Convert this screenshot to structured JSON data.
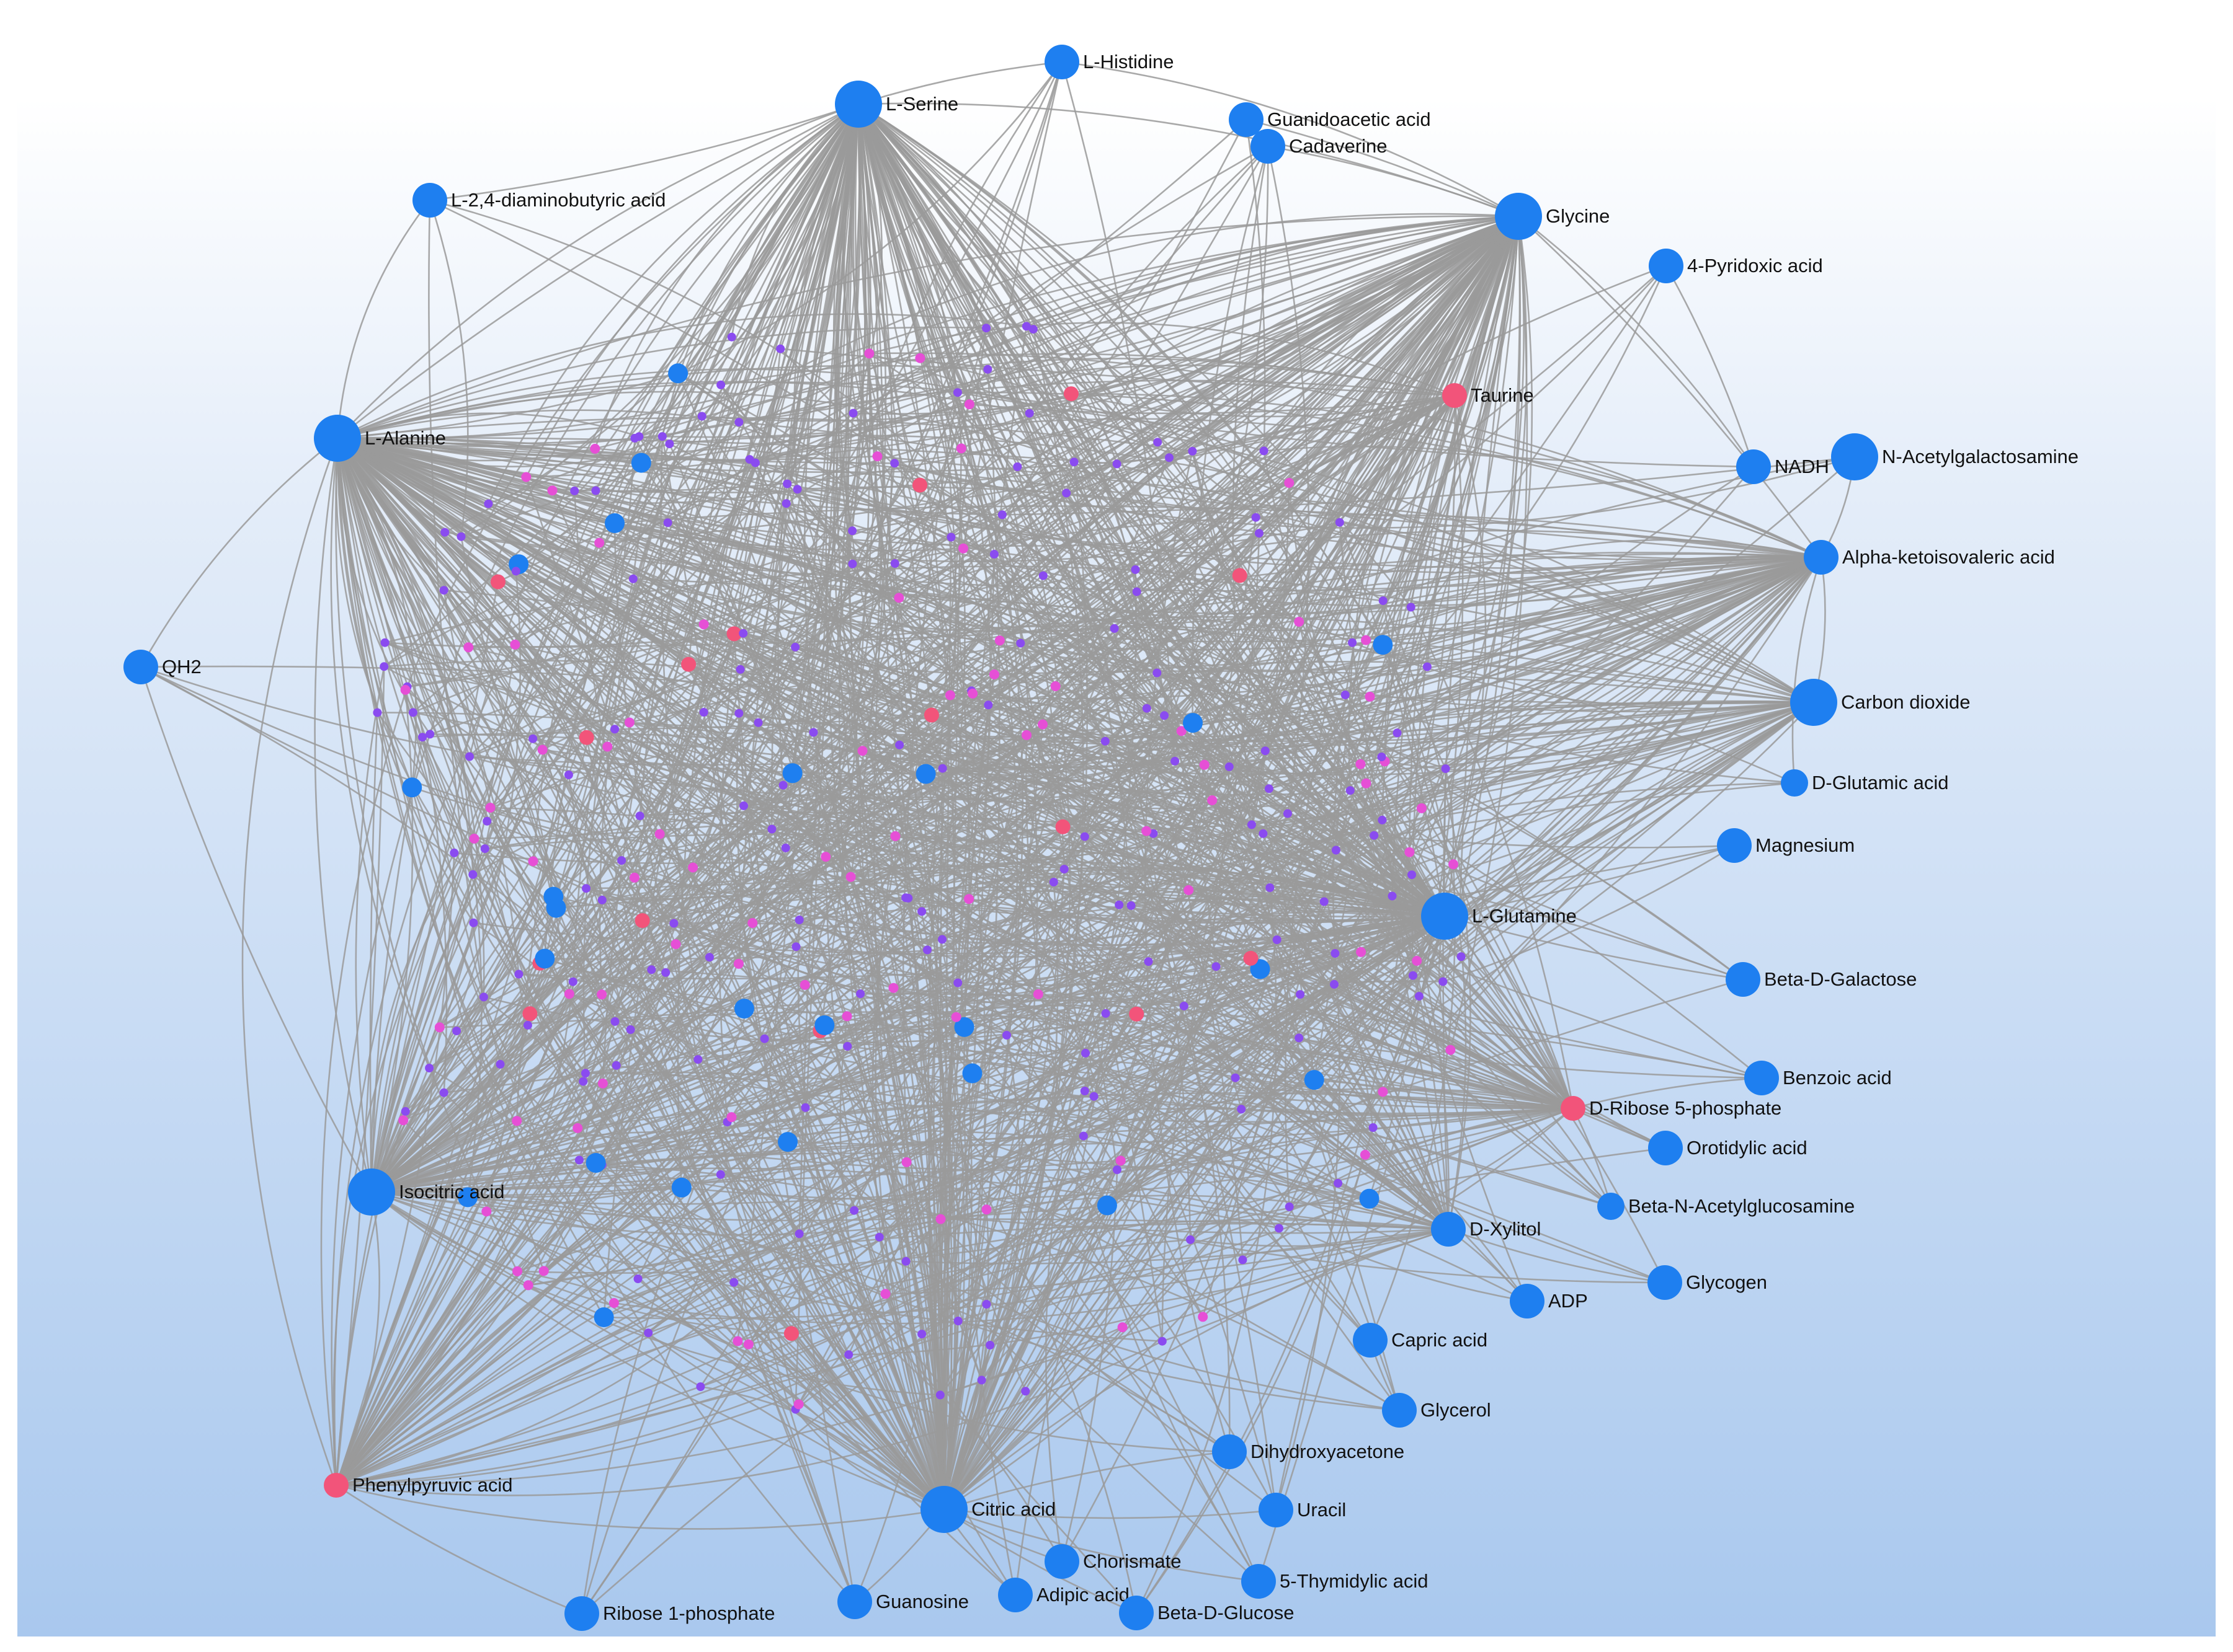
{
  "colors": {
    "metabolite": "#1e7ff0",
    "highlight": "#f2547a",
    "small_purple": "#8a4bf0",
    "small_pink": "#e64fd6",
    "edge": "#9a9a9a",
    "background_top": "#ffffff",
    "background_bottom": "#a9c8ee"
  },
  "nodes": [
    {
      "id": "histidine",
      "label": "L-Histidine",
      "kind": "metabolite"
    },
    {
      "id": "serine",
      "label": "L-Serine",
      "kind": "hub"
    },
    {
      "id": "guanidoacetic",
      "label": "Guanidoacetic acid",
      "kind": "metabolite"
    },
    {
      "id": "cadaverine",
      "label": "Cadaverine",
      "kind": "metabolite"
    },
    {
      "id": "diaminobutyric",
      "label": "L-2,4-diaminobutyric acid",
      "kind": "metabolite"
    },
    {
      "id": "glycine",
      "label": "Glycine",
      "kind": "hub"
    },
    {
      "id": "pyridoxic",
      "label": "4-Pyridoxic acid",
      "kind": "metabolite"
    },
    {
      "id": "taurine",
      "label": "Taurine",
      "kind": "highlight"
    },
    {
      "id": "alanine",
      "label": "L-Alanine",
      "kind": "hub"
    },
    {
      "id": "nadh",
      "label": "NADH",
      "kind": "metabolite"
    },
    {
      "id": "acetylgalactosamine",
      "label": "N-Acetylgalactosamine",
      "kind": "metabolite-large"
    },
    {
      "id": "ketoisovaleric",
      "label": "Alpha-ketoisovaleric acid",
      "kind": "metabolite"
    },
    {
      "id": "qh2",
      "label": "QH2",
      "kind": "metabolite"
    },
    {
      "id": "co2",
      "label": "Carbon dioxide",
      "kind": "metabolite-large"
    },
    {
      "id": "dglutamic",
      "label": "D-Glutamic acid",
      "kind": "metabolite-small"
    },
    {
      "id": "magnesium",
      "label": "Magnesium",
      "kind": "metabolite"
    },
    {
      "id": "glutamine",
      "label": "L-Glutamine",
      "kind": "hub"
    },
    {
      "id": "galactose",
      "label": "Beta-D-Galactose",
      "kind": "metabolite"
    },
    {
      "id": "benzoic",
      "label": "Benzoic acid",
      "kind": "metabolite"
    },
    {
      "id": "ribose5p",
      "label": "D-Ribose 5-phosphate",
      "kind": "highlight"
    },
    {
      "id": "orotidylic",
      "label": "Orotidylic acid",
      "kind": "metabolite"
    },
    {
      "id": "isocitric",
      "label": "Isocitric acid",
      "kind": "hub"
    },
    {
      "id": "acetylglucosamine",
      "label": "Beta-N-Acetylglucosamine",
      "kind": "metabolite-small"
    },
    {
      "id": "xylitol",
      "label": "D-Xylitol",
      "kind": "metabolite"
    },
    {
      "id": "glycogen",
      "label": "Glycogen",
      "kind": "metabolite"
    },
    {
      "id": "adp",
      "label": "ADP",
      "kind": "metabolite"
    },
    {
      "id": "capric",
      "label": "Capric acid",
      "kind": "metabolite"
    },
    {
      "id": "glycerol",
      "label": "Glycerol",
      "kind": "metabolite"
    },
    {
      "id": "phenylpyruvic",
      "label": "Phenylpyruvic acid",
      "kind": "highlight"
    },
    {
      "id": "dihydroxyacetone",
      "label": "Dihydroxyacetone",
      "kind": "metabolite"
    },
    {
      "id": "citric",
      "label": "Citric acid",
      "kind": "hub"
    },
    {
      "id": "uracil",
      "label": "Uracil",
      "kind": "metabolite"
    },
    {
      "id": "chorismate",
      "label": "Chorismate",
      "kind": "metabolite"
    },
    {
      "id": "thymidylic",
      "label": "5-Thymidylic acid",
      "kind": "metabolite"
    },
    {
      "id": "guanosine",
      "label": "Guanosine",
      "kind": "metabolite"
    },
    {
      "id": "adipic",
      "label": "Adipic acid",
      "kind": "metabolite"
    },
    {
      "id": "ribose1p",
      "label": "Ribose 1-phosphate",
      "kind": "metabolite"
    },
    {
      "id": "glucose",
      "label": "Beta-D-Glucose",
      "kind": "metabolite"
    }
  ]
}
